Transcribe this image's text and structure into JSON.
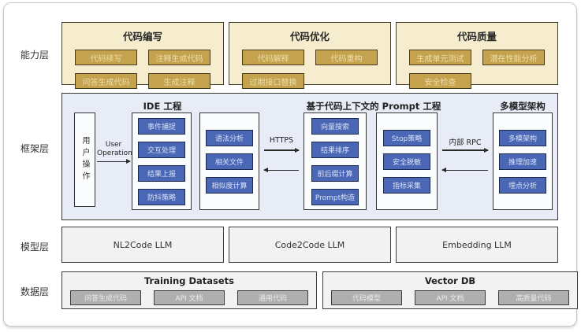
{
  "layers": {
    "capability": {
      "label": "能力层",
      "groups": [
        {
          "title": "代码编写",
          "items": [
            "代码续写",
            "注释生成代码",
            "问答生成代码",
            "生成注释"
          ]
        },
        {
          "title": "代码优化",
          "items": [
            "代码解释",
            "代码重构",
            "过期接口替换"
          ]
        },
        {
          "title": "代码质量",
          "items": [
            "生成单元测试",
            "潜在性能分析",
            "安全检查"
          ]
        }
      ]
    },
    "framework": {
      "label": "框架层",
      "user_box": "用户操作",
      "user_arrow_label": "User Operation",
      "sections": [
        {
          "title": "IDE 工程"
        },
        {
          "title": "基于代码上下文的 Prompt 工程"
        },
        {
          "title": "多模型架构"
        }
      ],
      "boxes": {
        "ide_client": [
          "事件捕捉",
          "交互处理",
          "结果上报",
          "防抖策略"
        ],
        "ide_analysis": [
          "语法分析",
          "相关文件",
          "相似度计算"
        ],
        "prompt_build": [
          "向量搜索",
          "结果排序",
          "前后缀计算",
          "Prompt构造"
        ],
        "prompt_policy": [
          "Stop策略",
          "安全脱敏",
          "指标采集"
        ],
        "multi_model": [
          "多模架构",
          "推理加速",
          "埋点分析"
        ]
      },
      "connectors": [
        {
          "label": "HTTPS"
        },
        {
          "label": "内部 RPC"
        }
      ]
    },
    "model": {
      "label": "模型层",
      "items": [
        "NL2Code LLM",
        "Code2Code LLM",
        "Embedding LLM"
      ]
    },
    "data": {
      "label": "数据层",
      "groups": [
        {
          "title": "Training Datasets",
          "items": [
            "问答生成代码",
            "API 文档",
            "通用代码"
          ]
        },
        {
          "title": "Vector DB",
          "items": [
            "代码模型",
            "API 文档",
            "高质量代码"
          ]
        }
      ]
    }
  },
  "colors": {
    "capability_box_bg": "#f5edce",
    "capability_btn_bg": "#c4a24e",
    "framework_box_bg": "#e8ecf6",
    "framework_btn_bg": "#4a67b5",
    "neutral_box_bg": "#f2f2f2",
    "data_btn_bg": "#afafaf",
    "border_dark": "#3b3b30"
  }
}
